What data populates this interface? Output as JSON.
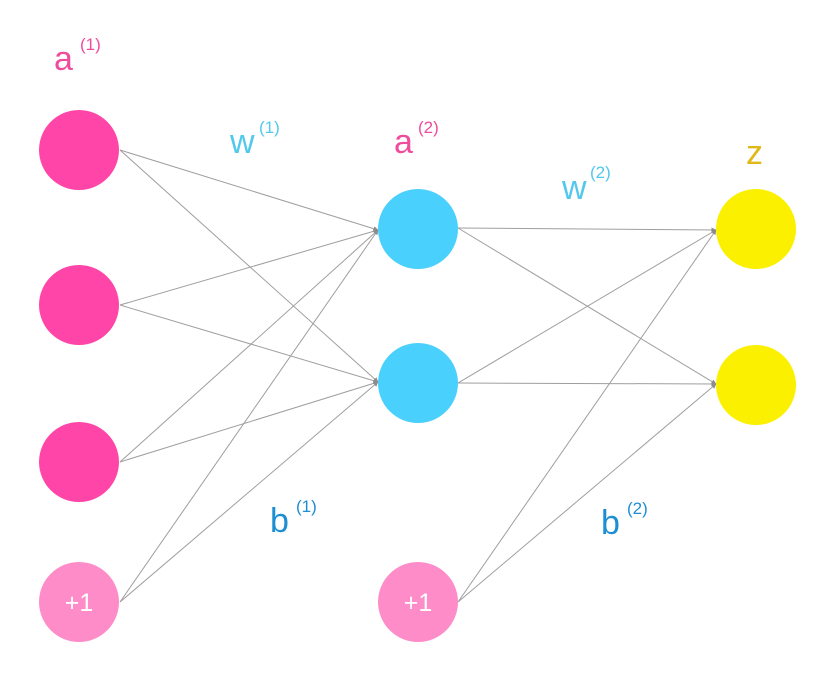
{
  "colors": {
    "input_node": "#ff45a8",
    "hidden_node": "#4ad0fc",
    "output_node": "#fbf000",
    "bias_node": "#fd8cc8",
    "edge": "#9e9e9e",
    "label_a": "#ee4c9c",
    "label_w": "#52c8ec",
    "label_b": "#1e8ed2",
    "label_z": "#e0b818"
  },
  "labels": {
    "a1": {
      "main": "a",
      "sup": "(1)"
    },
    "w1": {
      "main": "w",
      "sup": "(1)"
    },
    "a2": {
      "main": "a",
      "sup": "(2)"
    },
    "w2": {
      "main": "w",
      "sup": "(2)"
    },
    "z": {
      "main": "z"
    },
    "b1": {
      "main": "b",
      "sup": "(1)"
    },
    "b2": {
      "main": "b",
      "sup": "(2)"
    }
  },
  "nodes": {
    "bias1_text": "+1",
    "bias2_text": "+1"
  }
}
